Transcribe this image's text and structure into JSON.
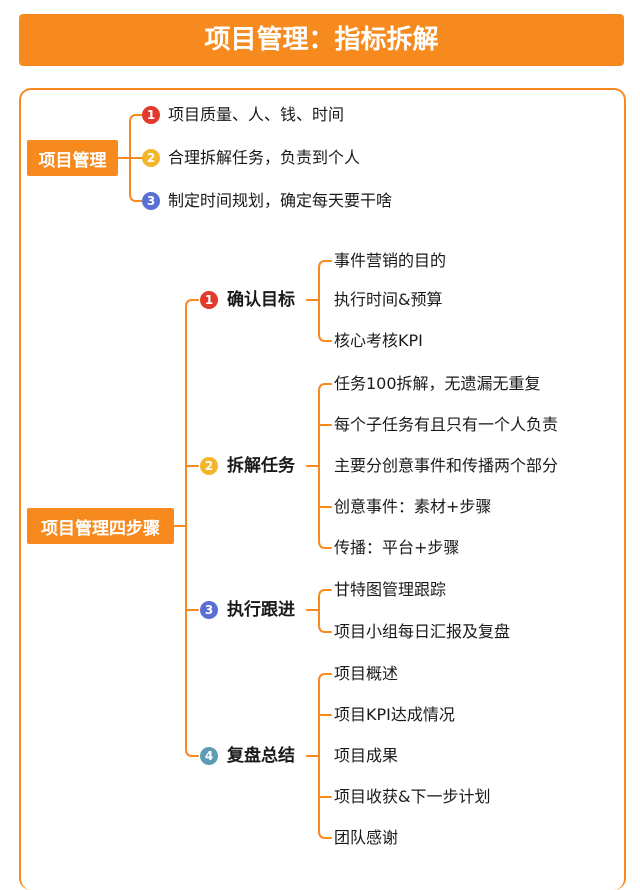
{
  "title": "项目管理：指标拆解",
  "colors": {
    "accent": "#F68A1E",
    "badge1": "#E23B2E",
    "badge2": "#F5B52B",
    "badge3": "#5A6FD6",
    "badge4": "#5E9CB3"
  },
  "section1": {
    "box_label": "项目管理",
    "items": [
      {
        "num": "1",
        "text": "项目质量、人、钱、时间"
      },
      {
        "num": "2",
        "text": "合理拆解任务，负责到个人"
      },
      {
        "num": "3",
        "text": "制定时间规划，确定每天要干啥"
      }
    ]
  },
  "section2": {
    "box_label": "项目管理四步骤",
    "steps": [
      {
        "num": "1",
        "label": "确认目标",
        "items": [
          "事件营销的目的",
          "执行时间&预算",
          "核心考核KPI"
        ]
      },
      {
        "num": "2",
        "label": "拆解任务",
        "items": [
          "任务100拆解，无遗漏无重复",
          "每个子任务有且只有一个人负责",
          "主要分创意事件和传播两个部分",
          "创意事件：素材+步骤",
          "传播：平台+步骤"
        ]
      },
      {
        "num": "3",
        "label": "执行跟进",
        "items": [
          "甘特图管理跟踪",
          "项目小组每日汇报及复盘"
        ]
      },
      {
        "num": "4",
        "label": "复盘总结",
        "items": [
          "项目概述",
          "项目KPI达成情况",
          "项目成果",
          "项目收获&下一步计划",
          "团队感谢"
        ]
      }
    ]
  }
}
